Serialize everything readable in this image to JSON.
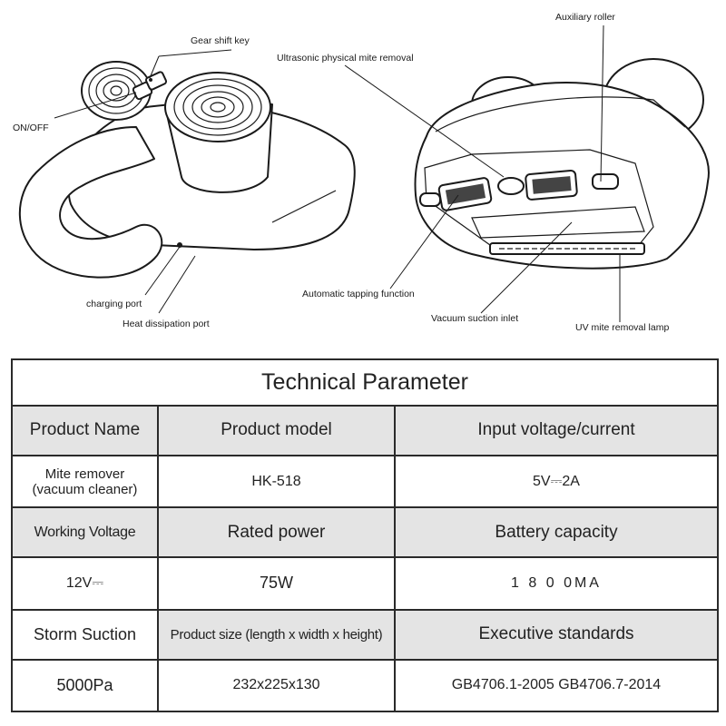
{
  "diagram": {
    "labels": {
      "gear_shift_key": "Gear shift key",
      "on_off": "ON/OFF",
      "charging_port": "charging port",
      "heat_dissipation_port": "Heat dissipation port",
      "ultrasonic_mite_removal": "Ultrasonic physical mite removal",
      "auxiliary_roller": "Auxiliary roller",
      "automatic_tapping": "Automatic tapping function",
      "vacuum_suction_inlet": "Vacuum suction inlet",
      "uv_lamp": "UV mite removal lamp"
    }
  },
  "table": {
    "title": "Technical Parameter",
    "rows": [
      {
        "type": "header",
        "cells": [
          "Product Name",
          "Product model",
          "Input voltage/current"
        ]
      },
      {
        "type": "value",
        "cells": [
          "Mite remover\n(vacuum cleaner)",
          "HK-518",
          "5V⎓2A"
        ]
      },
      {
        "type": "header",
        "cells": [
          "Working Voltage",
          "Rated power",
          "Battery capacity"
        ]
      },
      {
        "type": "value",
        "cells": [
          "12V⎓",
          "75W",
          "1 8 0 0MA"
        ]
      },
      {
        "type": "header",
        "cells": [
          "Storm Suction",
          "Product size (length x width x height)",
          "Executive standards"
        ]
      },
      {
        "type": "value",
        "cells": [
          "5000Pa",
          "232x225x130",
          "GB4706.1-2005 GB4706.7-2014"
        ]
      }
    ]
  }
}
